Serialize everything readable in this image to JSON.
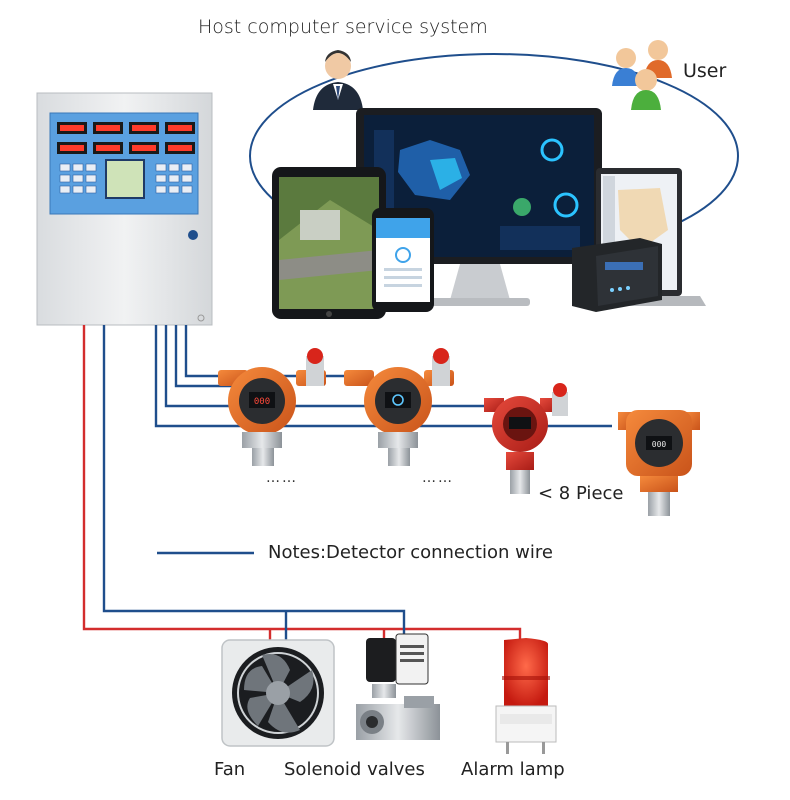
{
  "header": {
    "title": "Host computer service system"
  },
  "user_group": {
    "label": "User",
    "icon": "users-group-icon"
  },
  "admin": {
    "icon": "admin-avatar-icon"
  },
  "detectors": {
    "dots_left": "……",
    "dots_right": "……",
    "count_label": "< 8 Piece"
  },
  "notes": {
    "text": "Notes:Detector connection wire"
  },
  "outputs": {
    "fan": "Fan",
    "valves": "Solenoid valves",
    "lamp": "Alarm lamp"
  },
  "colors": {
    "wire_blue": "#1f4e8c",
    "wire_red": "#d32d2d",
    "cabinet": "#e6e8ea",
    "detector_orange": "#e8661f",
    "detector_red": "#cf2a22"
  }
}
